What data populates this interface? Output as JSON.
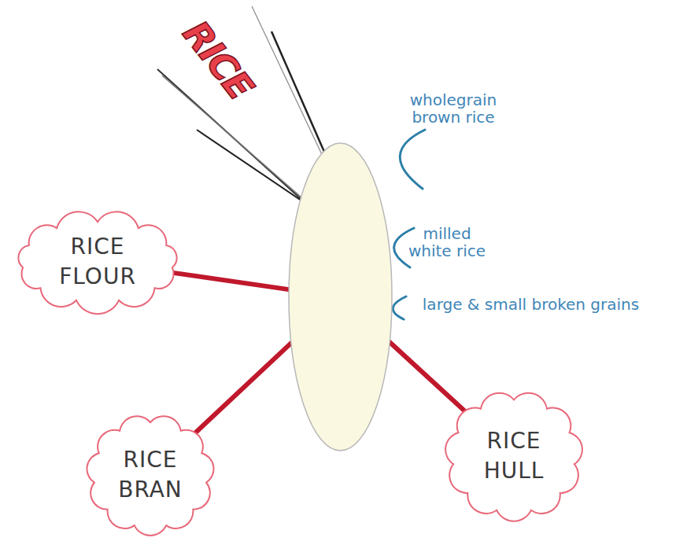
{
  "diagram": {
    "nodes": [
      {
        "text": [
          "RICE"
        ]
      },
      {
        "text": [
          "RICE FLOUR"
        ]
      },
      {
        "text": [
          "RICE HULL"
        ]
      },
      {
        "text": [
          "RICE BRAN"
        ]
      }
    ],
    "edges": [
      {
        "from": 0,
        "to": 1,
        "arrow": "none"
      },
      {
        "from": 0,
        "to": 2,
        "arrow": "none"
      },
      {
        "from": 0,
        "to": 3,
        "arrow": "none"
      }
    ],
    "labels": [
      "wholegrain brown rice",
      "milled white rice",
      "large & small broken grains"
    ]
  }
}
